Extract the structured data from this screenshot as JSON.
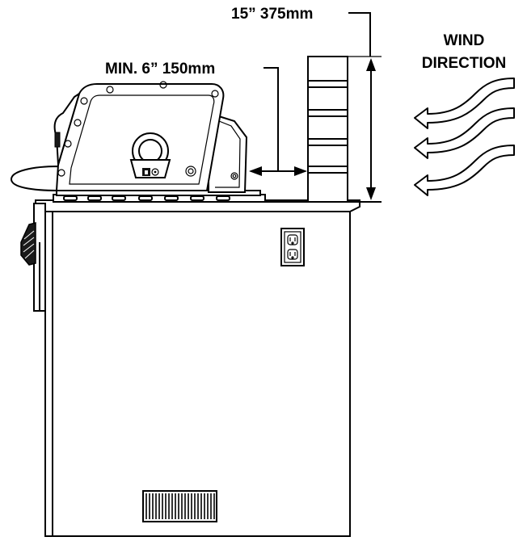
{
  "labels": {
    "wind_line1": "WIND",
    "wind_line2": "DIRECTION",
    "windscreen_height": "15” 375mm",
    "min_clearance": "MIN. 6” 150mm"
  },
  "icons": {
    "grill": "gas-grill-head",
    "cabinet": "grill-cabinet",
    "outlet": "duplex-electrical-outlet",
    "windscreen": "windscreen-barrier",
    "wind_arrows": "curved-wind-arrows",
    "vent": "vent-grille"
  }
}
